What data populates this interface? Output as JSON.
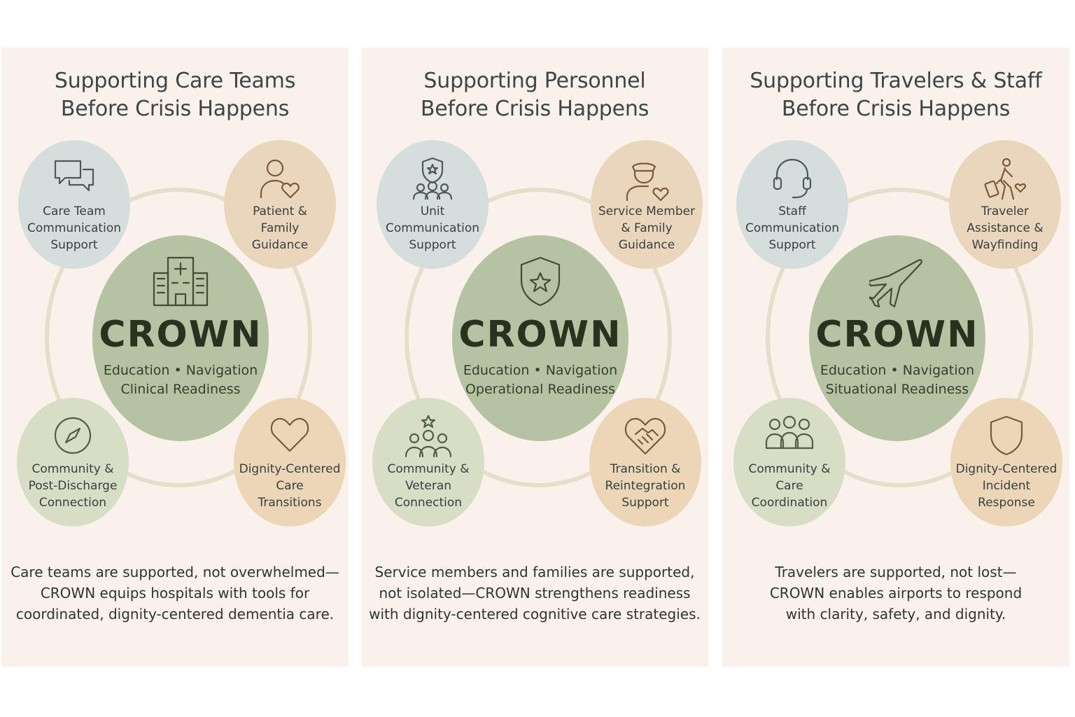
{
  "colors": {
    "panel_bg": "#faf2ea",
    "hub": "#b6c3a2",
    "ring": "#e8dccb",
    "node_blue": "#d5dedd",
    "node_peach": "#ead6bc",
    "node_sage": "#d8ddc6",
    "icon_stroke": "#4e5e4a",
    "icon_stroke_warm": "#7a5a3c"
  },
  "panels": [
    {
      "title_lines": [
        "Supporting Care Teams",
        "Before Crisis Happens"
      ],
      "hub": {
        "icon": "hospital-icon",
        "brand": "CROWN",
        "lines": [
          "Education • Navigation",
          "Clinical Readiness"
        ]
      },
      "nodes": [
        {
          "icon": "chat-bubbles-icon",
          "lines": [
            "Care Team",
            "Communication",
            "Support"
          ]
        },
        {
          "icon": "person-heart-icon",
          "lines": [
            "Patient &",
            "Family",
            "Guidance"
          ]
        },
        {
          "icon": "compass-icon",
          "lines": [
            "Community &",
            "Post-Discharge",
            "Connection"
          ]
        },
        {
          "icon": "heart-icon",
          "lines": [
            "Dignity-Centered",
            "Care",
            "Transitions"
          ]
        }
      ],
      "caption_lines": [
        "Care teams are supported, not overwhelmed—",
        "CROWN equips hospitals with tools for",
        "coordinated, dignity-centered dementia care."
      ]
    },
    {
      "title_lines": [
        "Supporting Personnel",
        "Before Crisis Happens"
      ],
      "hub": {
        "icon": "shield-star-icon",
        "brand": "CROWN",
        "lines": [
          "Education • Navigation",
          "Operational Readiness"
        ]
      },
      "nodes": [
        {
          "icon": "badge-group-icon",
          "lines": [
            "Unit",
            "Communication",
            "Support"
          ]
        },
        {
          "icon": "officer-heart-icon",
          "lines": [
            "Service Member",
            "& Family",
            "Guidance"
          ]
        },
        {
          "icon": "star-group-icon",
          "lines": [
            "Community &",
            "Veteran",
            "Connection"
          ]
        },
        {
          "icon": "handshake-heart-icon",
          "lines": [
            "Transition &",
            "Reintegration",
            "Support"
          ]
        }
      ],
      "caption_lines": [
        "Service members and families are supported,",
        "not isolated—CROWN strengthens readiness",
        "with dignity-centered cognitive care strategies."
      ]
    },
    {
      "title_lines": [
        "Supporting Travelers & Staff",
        "Before Crisis Happens"
      ],
      "hub": {
        "icon": "airplane-icon",
        "brand": "CROWN",
        "lines": [
          "Education • Navigation",
          "Situational Readiness"
        ]
      },
      "nodes": [
        {
          "icon": "headset-icon",
          "lines": [
            "Staff",
            "Communication",
            "Support"
          ]
        },
        {
          "icon": "traveler-luggage-icon",
          "lines": [
            "Traveler",
            "Assistance &",
            "Wayfinding"
          ]
        },
        {
          "icon": "group-icon",
          "lines": [
            "Community &",
            "Care",
            "Coordination"
          ]
        },
        {
          "icon": "shield-icon",
          "lines": [
            "Dignity-Centered",
            "Incident",
            "Response"
          ]
        }
      ],
      "caption_lines": [
        "Travelers are supported, not lost—",
        "CROWN enables airports to respond",
        "with clarity, safety, and dignity."
      ]
    }
  ]
}
